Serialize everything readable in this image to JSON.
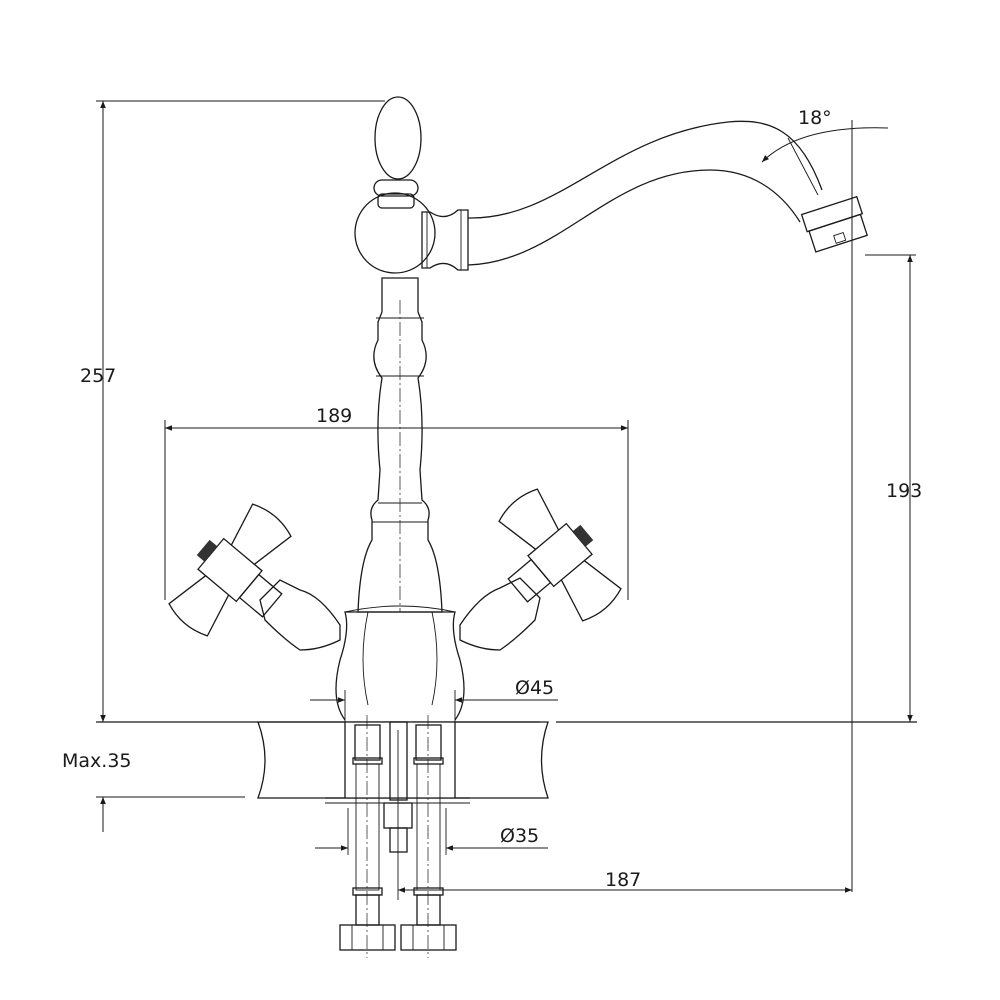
{
  "drawing": {
    "title": "Faucet dimension drawing",
    "line_color": "#1a1a1a",
    "dimensions": {
      "total_height": "257",
      "handle_span": "189",
      "spout_height": "193",
      "spout_angle": "18°",
      "base_diameter": "Ø45",
      "max_counter_thickness": "Max.35",
      "hole_diameter": "Ø35",
      "spout_reach": "187"
    }
  }
}
